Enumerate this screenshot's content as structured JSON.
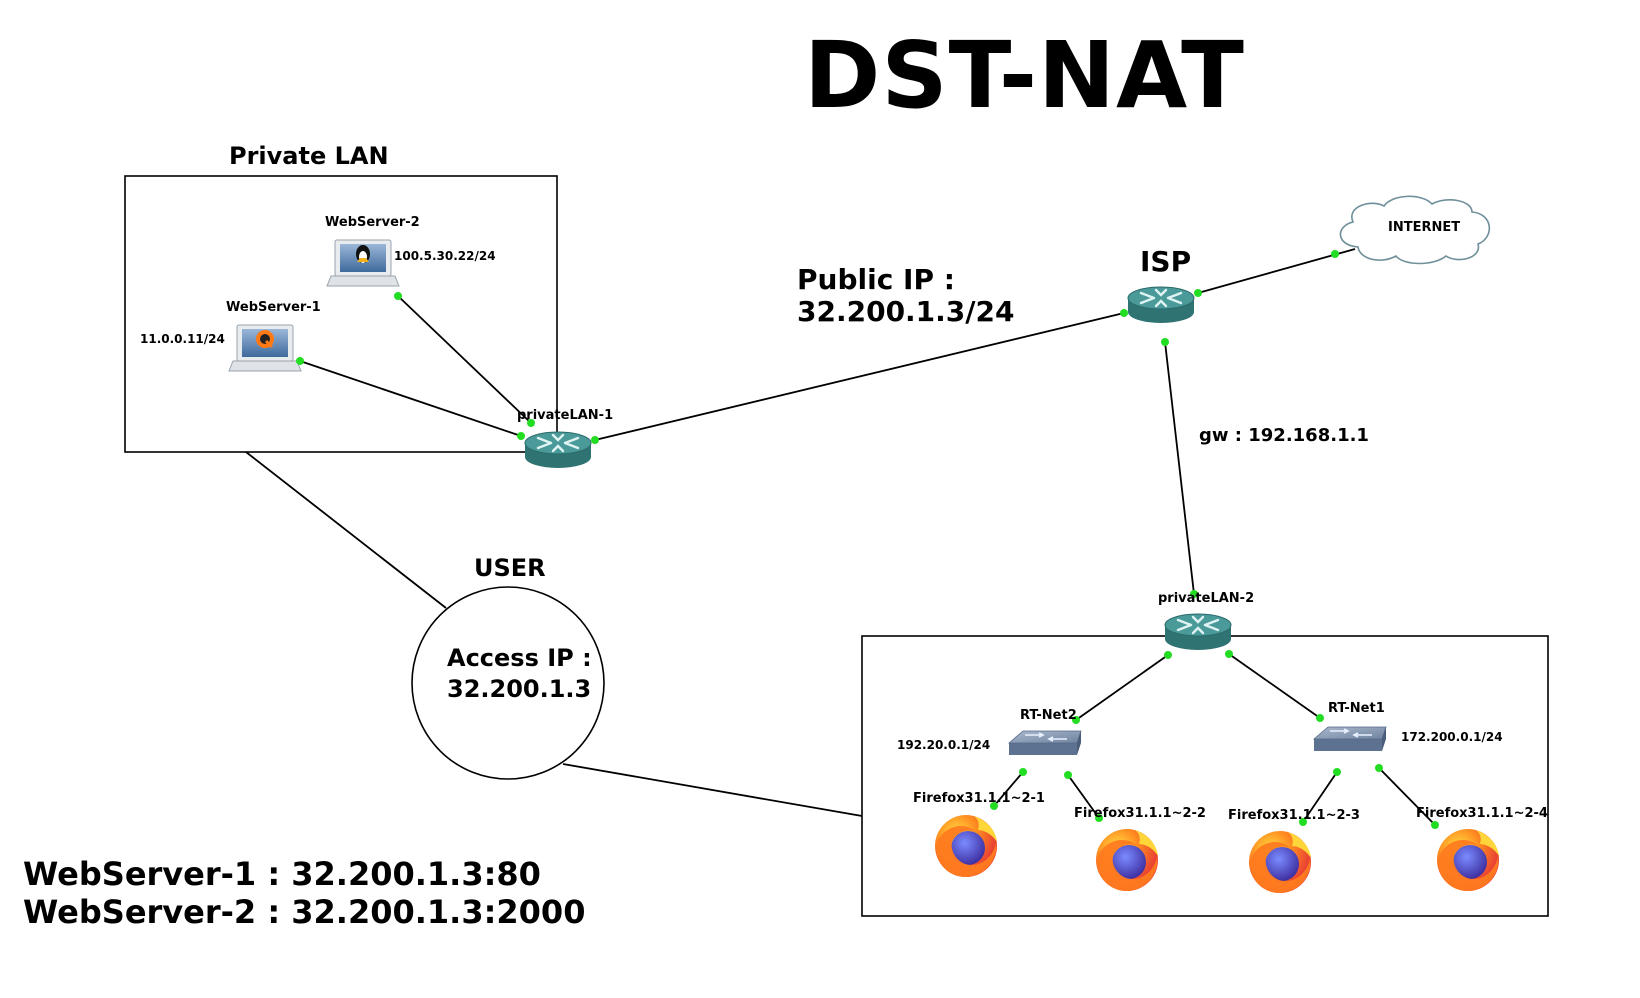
{
  "title": "DST-NAT",
  "private_lan": {
    "title": "Private LAN",
    "webserver2": {
      "name": "WebServer-2",
      "ip": "100.5.30.22/24",
      "icon": "linux-computer-icon"
    },
    "webserver1": {
      "name": "WebServer-1",
      "ip": "11.0.0.11/24",
      "icon": "qemu-computer-icon"
    },
    "router": {
      "name": "privateLAN-1",
      "icon": "router-icon"
    }
  },
  "public_ip": {
    "line1": "Public IP :",
    "line2": "32.200.1.3/24"
  },
  "isp": {
    "name": "ISP",
    "icon": "router-icon"
  },
  "internet": {
    "name": "INTERNET",
    "icon": "cloud-icon"
  },
  "gateway": "gw : 192.168.1.1",
  "user": {
    "title": "USER",
    "line1": "Access IP :",
    "line2": "32.200.1.3"
  },
  "private_lan2": {
    "router": {
      "name": "privateLAN-2",
      "icon": "router-icon"
    },
    "switch_left": {
      "name": "RT-Net2",
      "subnet": "192.20.0.1/24",
      "icon": "switch-icon"
    },
    "switch_right": {
      "name": "RT-Net1",
      "subnet": "172.200.0.1/24",
      "icon": "switch-icon"
    },
    "clients": [
      {
        "name": "Firefox31.1.1~2-1",
        "icon": "firefox-icon"
      },
      {
        "name": "Firefox31.1.1~2-2",
        "icon": "firefox-icon"
      },
      {
        "name": "Firefox31.1.1~2-3",
        "icon": "firefox-icon"
      },
      {
        "name": "Firefox31.1.1~2-4",
        "icon": "firefox-icon"
      }
    ]
  },
  "mapping": {
    "line1": "WebServer-1 : 32.200.1.3:80",
    "line2": "WebServer-2 : 32.200.1.3:2000"
  },
  "colors": {
    "port": "#22dd22",
    "router": "#3d8b8b",
    "line": "#000000"
  }
}
